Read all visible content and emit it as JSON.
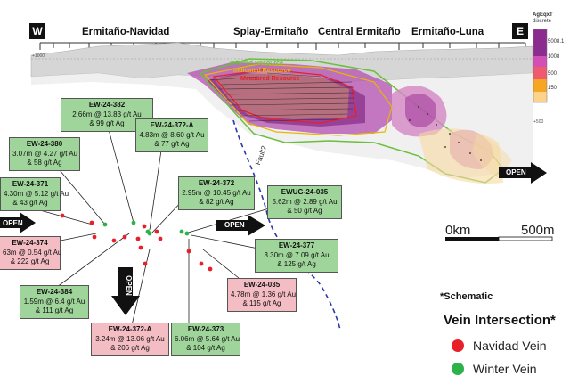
{
  "zones": {
    "west": "W",
    "east": "E",
    "ermitano_navidad": "Ermitaño-Navidad",
    "splay_ermitano": "Splay-Ermitaño",
    "central_ermitano": "Central Ermitaño",
    "ermitano_luna": "Ermitaño-Luna"
  },
  "elevation": {
    "top": "+1000",
    "mid": "+500"
  },
  "colorbar": {
    "title_line1": "AgEqxT",
    "title_line2": "discrete",
    "levels": [
      "5008.1",
      "1008",
      "500",
      "150"
    ],
    "colors": [
      "#8b2d8f",
      "#d24fb5",
      "#f05a6e",
      "#f6a623",
      "#fbd38a"
    ]
  },
  "resources": {
    "inferred": "Inferred Resource",
    "indicated": "Indicated Resource",
    "measured": "Measured Resource",
    "colors": {
      "inferred": "#6abf3c",
      "indicated": "#e6b800",
      "measured": "#e8202a"
    }
  },
  "fault": "Fault?",
  "open_label": "OPEN",
  "scale": {
    "left": "0km",
    "right": "500m"
  },
  "callouts": [
    {
      "id": "EW-24-382",
      "lines": [
        "2.66m @ 13.83 g/t Au",
        "& 99 g/t Ag"
      ]
    },
    {
      "id": "EW-24-372-A",
      "lines": [
        "4.83m @ 8.60 g/t Au",
        "& 77 g/t Ag"
      ]
    },
    {
      "id": "EW-24-380",
      "lines": [
        "3.07m @ 4.27 g/t Au",
        "& 58 g/t Ag"
      ]
    },
    {
      "id": "EW-24-371",
      "lines": [
        "4.30m @ 5.12 g/t Au",
        "& 43 g/t Ag"
      ]
    },
    {
      "id": "EW-24-372",
      "lines": [
        "2.95m @ 10.45 g/t Au",
        "& 82 g/t Ag"
      ]
    },
    {
      "id": "EWUG-24-035",
      "lines": [
        "5.62m @ 2.89 g/t Au",
        "& 50 g/t Ag"
      ]
    },
    {
      "id": "EW-24-374",
      "lines": [
        "63m @ 0.54 g/t Au",
        "& 222 g/t Ag"
      ]
    },
    {
      "id": "EW-24-377",
      "lines": [
        "3.30m @ 7.09 g/t Au",
        "& 125 g/t Ag"
      ]
    },
    {
      "id": "EW-24-035",
      "lines": [
        "4.78m @ 1.36 g/t Au",
        "& 115 g/t Ag"
      ]
    },
    {
      "id": "EW-24-384",
      "lines": [
        "1.59m @ 6.4 g/t Au",
        "& 111 g/t Ag"
      ]
    },
    {
      "id": "EW-24-372-A",
      "lines": [
        "3.24m @ 13.06 g/t Au",
        "& 206 g/t Ag"
      ]
    },
    {
      "id": "EW-24-373",
      "lines": [
        "6.06m @ 5.64 g/t Au",
        "& 104 g/t Ag"
      ]
    }
  ],
  "legend": {
    "schematic": "*Schematic",
    "title": "Vein Intersection*",
    "items": [
      {
        "label": "Navidad Vein",
        "color": "#e8202a"
      },
      {
        "label": "Winter Vein",
        "color": "#2bb34a"
      }
    ]
  }
}
